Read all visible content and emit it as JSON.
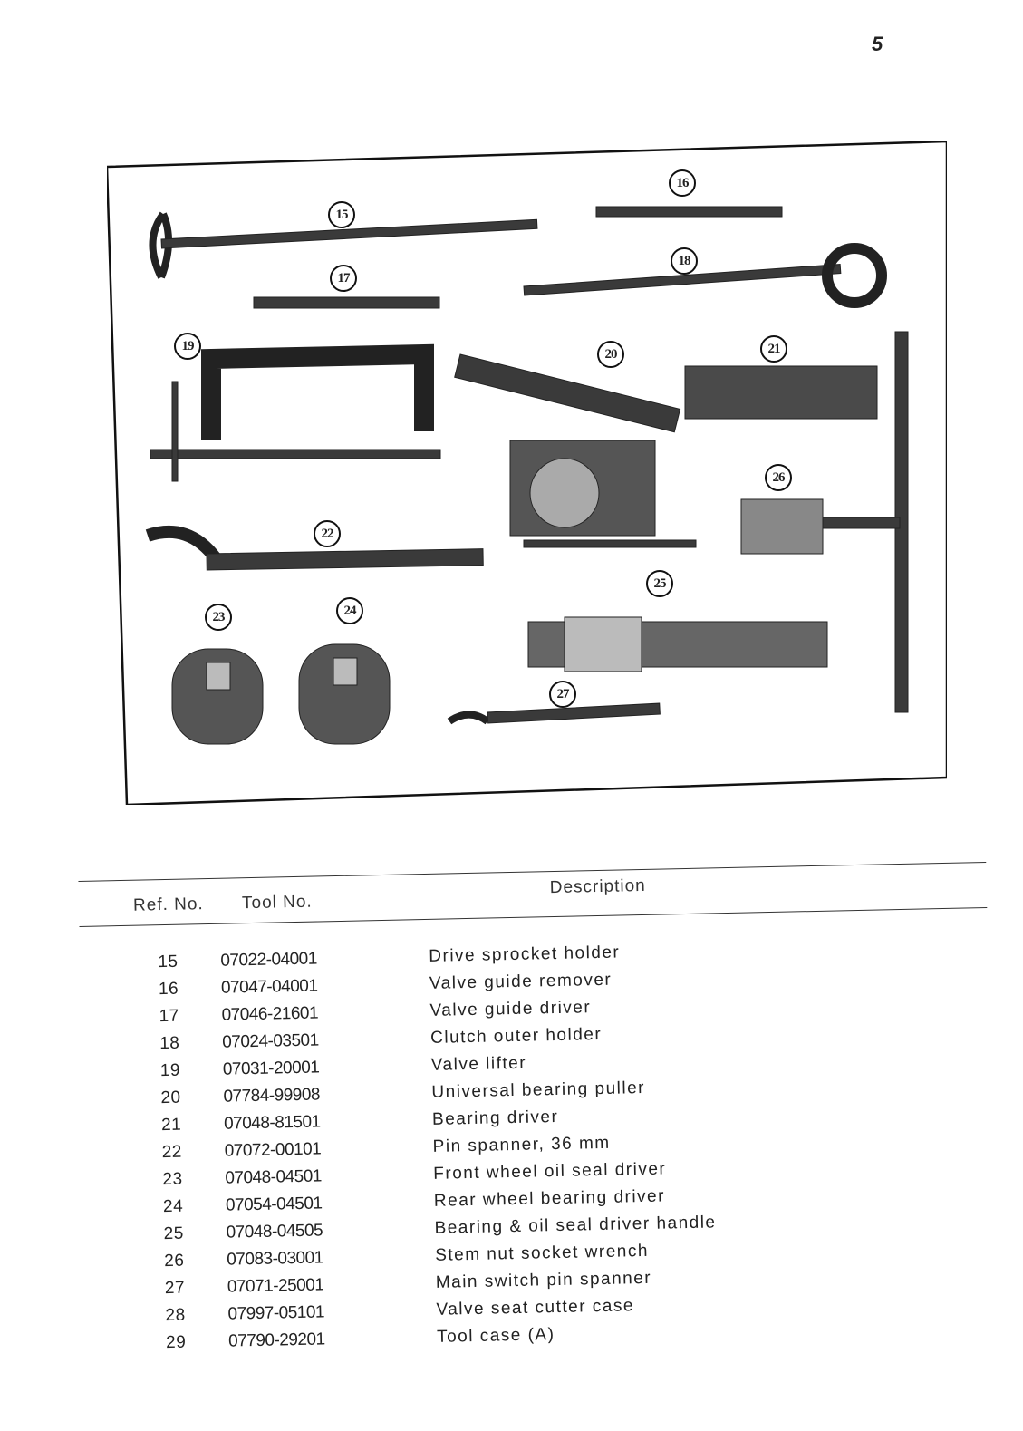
{
  "page_number": "5",
  "figure": {
    "callouts": [
      "15",
      "16",
      "17",
      "18",
      "19",
      "20",
      "21",
      "22",
      "23",
      "24",
      "25",
      "26",
      "27"
    ]
  },
  "table": {
    "headers": {
      "ref": "Ref. No.",
      "tool": "Tool No.",
      "description": "Description"
    },
    "rows": [
      {
        "ref": "15",
        "tool": "07022-04001",
        "description": "Drive sprocket holder"
      },
      {
        "ref": "16",
        "tool": "07047-04001",
        "description": "Valve guide remover"
      },
      {
        "ref": "17",
        "tool": "07046-21601",
        "description": "Valve guide driver"
      },
      {
        "ref": "18",
        "tool": "07024-03501",
        "description": "Clutch outer holder"
      },
      {
        "ref": "19",
        "tool": "07031-20001",
        "description": "Valve lifter"
      },
      {
        "ref": "20",
        "tool": "07784-99908",
        "description": "Universal bearing puller"
      },
      {
        "ref": "21",
        "tool": "07048-81501",
        "description": "Bearing driver"
      },
      {
        "ref": "22",
        "tool": "07072-00101",
        "description": "Pin spanner, 36 mm"
      },
      {
        "ref": "23",
        "tool": "07048-04501",
        "description": "Front wheel oil seal driver"
      },
      {
        "ref": "24",
        "tool": "07054-04501",
        "description": "Rear wheel bearing driver"
      },
      {
        "ref": "25",
        "tool": "07048-04505",
        "description": "Bearing & oil seal driver handle"
      },
      {
        "ref": "26",
        "tool": "07083-03001",
        "description": "Stem nut socket wrench"
      },
      {
        "ref": "27",
        "tool": "07071-25001",
        "description": "Main switch pin spanner"
      },
      {
        "ref": "28",
        "tool": "07997-05101",
        "description": "Valve seat cutter case"
      },
      {
        "ref": "29",
        "tool": "07790-29201",
        "description": "Tool case (A)"
      }
    ]
  }
}
